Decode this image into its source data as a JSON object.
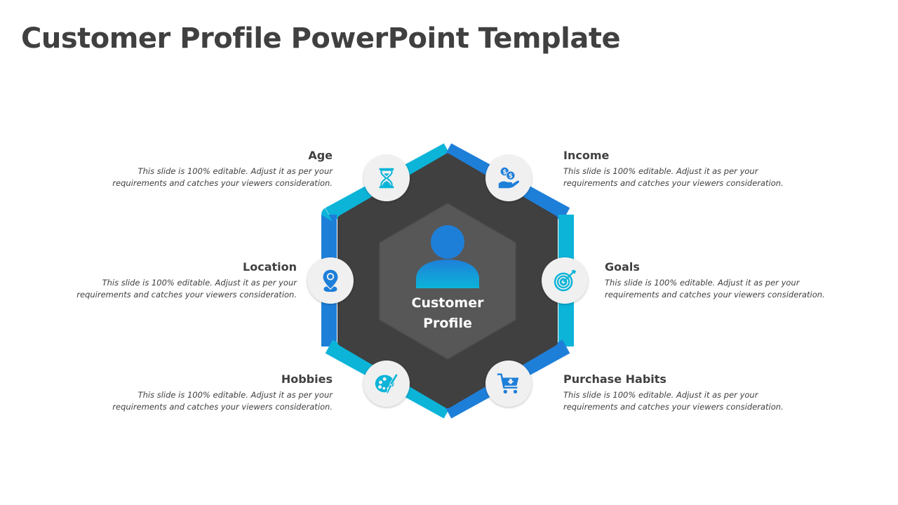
{
  "slide": {
    "title": "Customer Profile PowerPoint Template"
  },
  "center": {
    "line1": "Customer",
    "line2": "Profile",
    "icon": "user-icon"
  },
  "colors": {
    "blue": "#1e7fd9",
    "cyan": "#0cb4d8",
    "dark_hex": "#404040",
    "center_hex": "#575757",
    "circle_bg": "#f0f0f0",
    "text": "#404040"
  },
  "items": [
    {
      "heading": "Age",
      "desc_line1": "This slide is 100% editable. Adjust it as per your",
      "desc_line2": "requirements and catches your viewers consideration.",
      "icon": "hourglass-icon",
      "icon_color": "#0cb4d8"
    },
    {
      "heading": "Income",
      "desc_line1": "This slide is 100% editable. Adjust it as per your",
      "desc_line2": "requirements and catches your viewers consideration.",
      "icon": "money-hand-icon",
      "icon_color": "#1e7fd9"
    },
    {
      "heading": "Location",
      "desc_line1": "This slide is 100% editable. Adjust it as per your",
      "desc_line2": "requirements and catches your viewers consideration.",
      "icon": "location-pin-icon",
      "icon_color": "#1e7fd9"
    },
    {
      "heading": "Goals",
      "desc_line1": "This slide is 100% editable. Adjust it as per your",
      "desc_line2": "requirements and catches your viewers consideration.",
      "icon": "target-icon",
      "icon_color": "#0cb4d8"
    },
    {
      "heading": "Hobbies",
      "desc_line1": "This slide is 100% editable. Adjust it as per your",
      "desc_line2": "requirements and catches your viewers consideration.",
      "icon": "palette-icon",
      "icon_color": "#0cb4d8"
    },
    {
      "heading": "Purchase Habits",
      "desc_line1": "This slide is 100% editable. Adjust it as per your",
      "desc_line2": "requirements and catches your viewers consideration.",
      "icon": "shopping-cart-icon",
      "icon_color": "#1e7fd9"
    }
  ]
}
